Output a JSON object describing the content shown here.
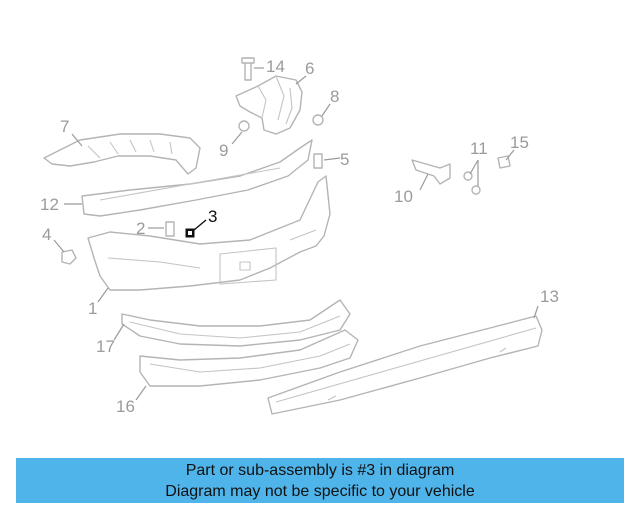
{
  "diagram": {
    "highlighted_part": "3",
    "highlight_color": "#111111",
    "part_color": "#b4b4b4",
    "callouts": {
      "c1": "1",
      "c2": "2",
      "c3": "3",
      "c4": "4",
      "c5": "5",
      "c6": "6",
      "c7": "7",
      "c8": "8",
      "c9": "9",
      "c10": "10",
      "c11": "11",
      "c12": "12",
      "c13": "13",
      "c14": "14",
      "c15": "15",
      "c16": "16",
      "c17": "17"
    }
  },
  "banner": {
    "line1": "Part or sub-assembly is #3 in diagram",
    "line2": "Diagram may not be specific to your vehicle",
    "color": "#4fb4ea"
  }
}
